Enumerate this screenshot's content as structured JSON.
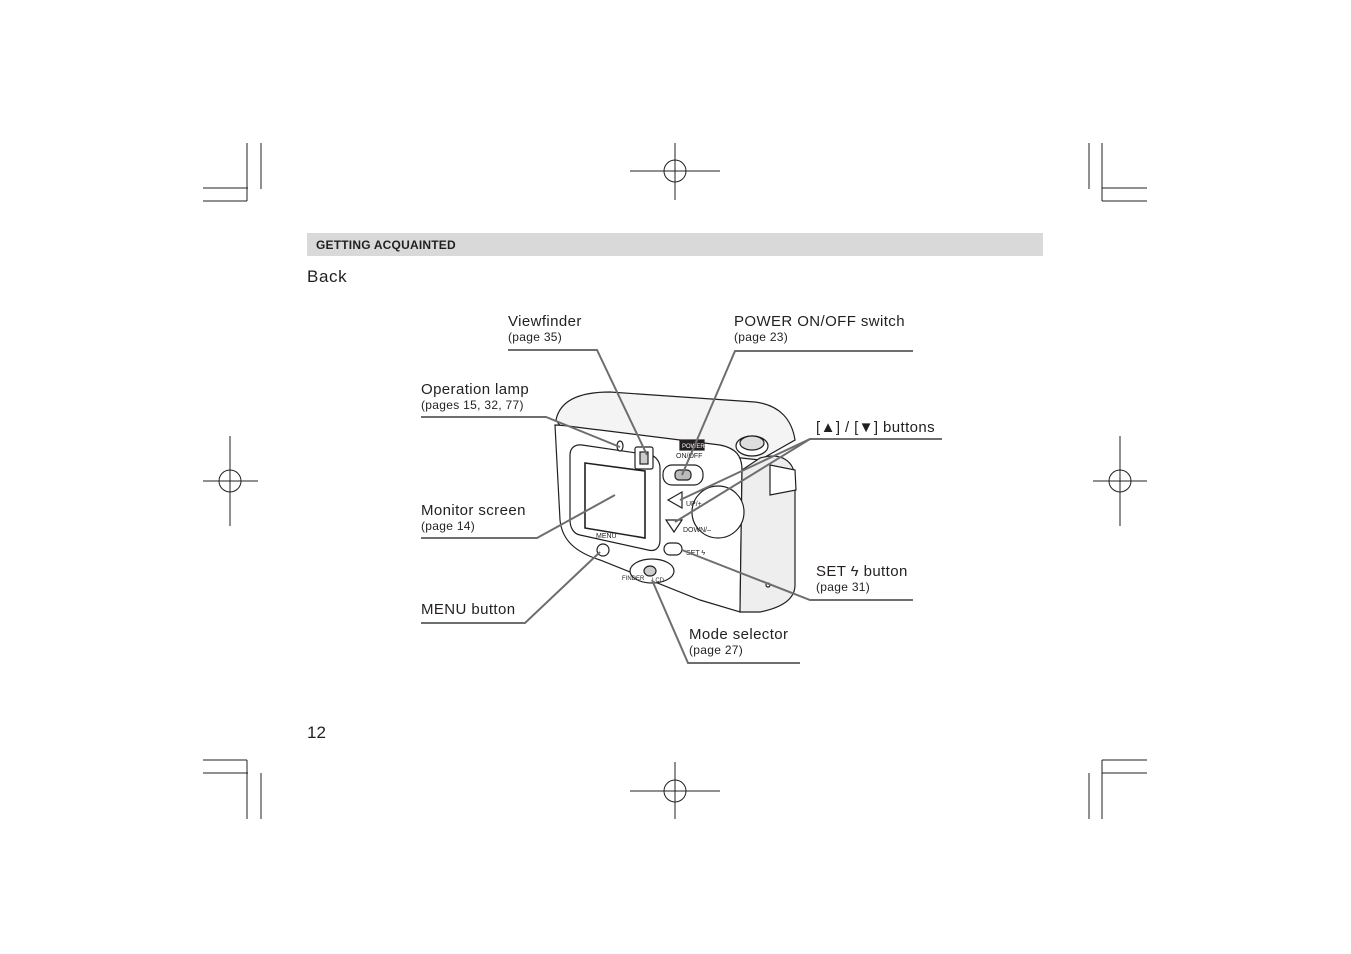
{
  "section": {
    "title": "GETTING ACQUAINTED"
  },
  "heading": "Back",
  "page_number": "12",
  "callouts": {
    "viewfinder": {
      "label": "Viewfinder",
      "ref": "(page 35)"
    },
    "power_switch": {
      "label": "POWER ON/OFF switch",
      "ref": "(page 23)"
    },
    "operation_lamp": {
      "label": "Operation lamp",
      "ref": "(pages 15, 32, 77)"
    },
    "updown_buttons": {
      "label": "[▲] / [▼] buttons"
    },
    "monitor_screen": {
      "label": "Monitor screen",
      "ref": "(page 14)"
    },
    "set_button": {
      "label": "SET ϟ button",
      "ref": "(page 31)"
    },
    "menu_button": {
      "label": "MENU button"
    },
    "mode_selector": {
      "label": "Mode selector",
      "ref": "(page 27)"
    }
  },
  "camera_markings": {
    "power": "POWER",
    "on_off": "ON/OFF",
    "up": "UP/+",
    "down": "DOWN/–",
    "set": "SET ϟ",
    "menu": "MENU",
    "finder": "FINDER",
    "lcd": "LCD"
  },
  "colors": {
    "section_bar": "#d9d9da",
    "leader_line": "#6d6e71",
    "ink": "#231f20"
  }
}
